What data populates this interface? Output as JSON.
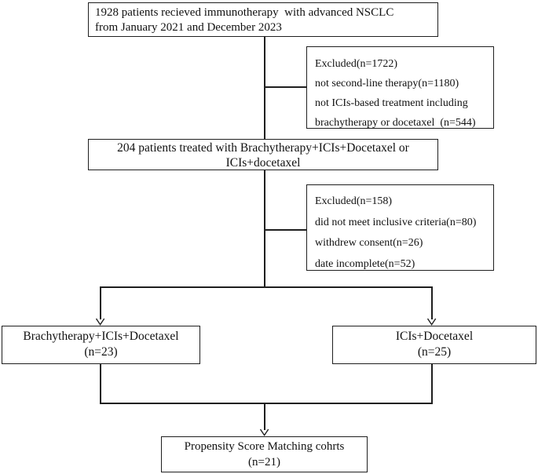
{
  "figure": {
    "background": "#ffffff",
    "line_color": "#1f1f1f",
    "text_color": "#111111"
  },
  "nodes": {
    "enrollment": {
      "lines": [
        "1928 patients recieved immunotherapy  with advanced NSCLC",
        "from January 2021 and December 2023"
      ]
    },
    "excluded1": {
      "lines": [
        "Excluded(n=1722)",
        "not second-line therapy(n=1180)",
        "not ICIs-based treatment including",
        "brachytherapy or docetaxel  (n=544)"
      ]
    },
    "treated": {
      "lines": [
        "204 patients treated with Brachytherapy+ICIs+Docetaxel or",
        "ICIs+docetaxel"
      ]
    },
    "excluded2": {
      "lines": [
        "Excluded(n=158)",
        "did not meet inclusive criteria(n=80)",
        "withdrew consent(n=26)",
        "date incomplete(n=52)"
      ]
    },
    "arm_left": {
      "lines": [
        "Brachytherapy+ICIs+Docetaxel",
        "(n=23)"
      ]
    },
    "arm_right": {
      "lines": [
        "ICIs+Docetaxel",
        "(n=25)"
      ]
    },
    "psm": {
      "lines": [
        "Propensity Score Matching cohrts",
        "(n=21)"
      ]
    }
  }
}
